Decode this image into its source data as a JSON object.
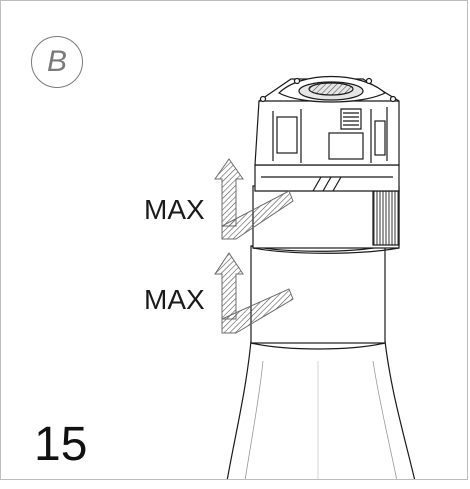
{
  "badge": {
    "letter": "B"
  },
  "labels": {
    "max_upper": "MAX",
    "max_lower": "MAX"
  },
  "step": {
    "number": "15"
  },
  "colors": {
    "line": "#1a1a1a",
    "arrow": "#7d7d7d",
    "frame": "#bdbdbd",
    "badge": "#7a7a7a"
  }
}
